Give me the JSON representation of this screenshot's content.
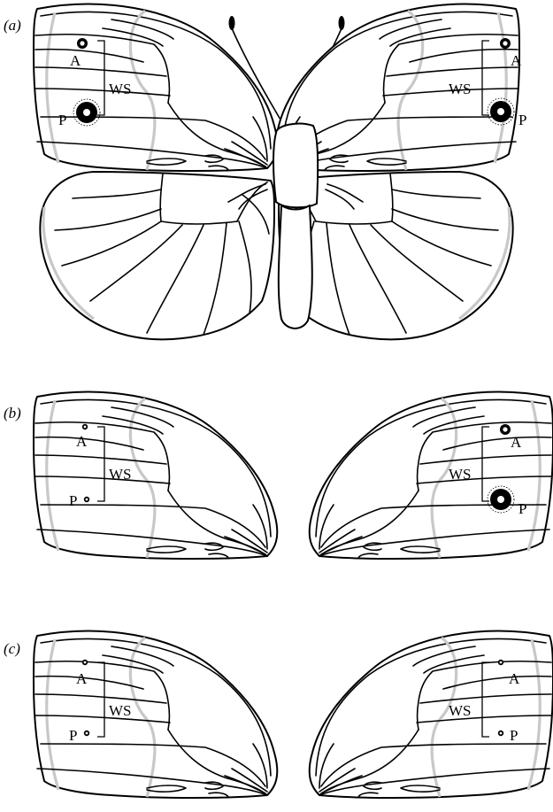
{
  "colors": {
    "ink": "#000000",
    "grey_line": "#c8c8c8",
    "background": "#ffffff"
  },
  "panels": [
    {
      "label": "(a)",
      "kind": "full-butterfly",
      "left": {
        "anterior": "A",
        "posterior": "P",
        "bracket": "WS",
        "anterior_spot": "small",
        "posterior_spot": "large"
      },
      "right": {
        "anterior": "A",
        "posterior": "P",
        "bracket": "WS",
        "anterior_spot": "small",
        "posterior_spot": "large"
      }
    },
    {
      "label": "(b)",
      "kind": "forewings",
      "left": {
        "anterior": "A",
        "posterior": "P",
        "bracket": "WS",
        "anterior_spot": "tiny",
        "posterior_spot": "tiny"
      },
      "right": {
        "anterior": "A",
        "posterior": "P",
        "bracket": "WS",
        "anterior_spot": "small",
        "posterior_spot": "large"
      }
    },
    {
      "label": "(c)",
      "kind": "forewings",
      "left": {
        "anterior": "A",
        "posterior": "P",
        "bracket": "WS",
        "anterior_spot": "tiny",
        "posterior_spot": "tiny"
      },
      "right": {
        "anterior": "A",
        "posterior": "P",
        "bracket": "WS",
        "anterior_spot": "tiny",
        "posterior_spot": "tiny"
      }
    }
  ]
}
